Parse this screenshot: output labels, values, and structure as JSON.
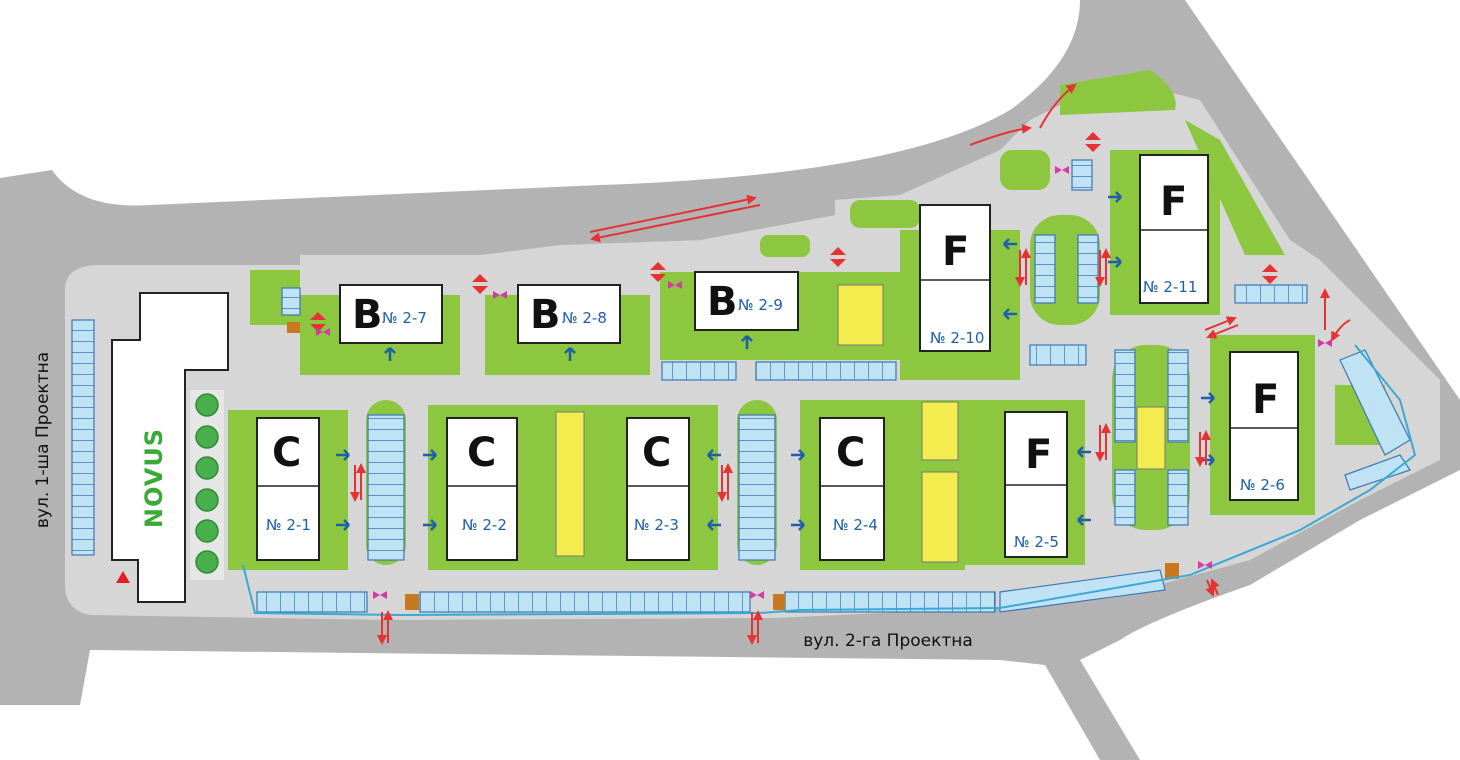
{
  "colors": {
    "road": "#b3b3b3",
    "road_edge": "#9a9a9a",
    "courtyard": "#d6d6d6",
    "grass": "#8dc63f",
    "grass_dark": "#4caf3a",
    "building": "#ffffff",
    "parking": "#bfe3f5",
    "parking_edge": "#3a78b5",
    "playground": "#f2ec4f",
    "tree": "#47b04b",
    "route_arrow": "#e53333",
    "entry_arrow": "#1f5fa8",
    "gate": "#d63aa8",
    "path_line": "#39a9d6",
    "kiosk": "#c8781e"
  },
  "store": {
    "name": "NOVUS",
    "entrance_icon": "triangle-up-icon"
  },
  "streets": {
    "left": "вул. 1-ша Проектна",
    "bottom": "вул. 2-га Проектна"
  },
  "buildings": [
    {
      "id": "b27",
      "type": "B",
      "number": "№ 2-7"
    },
    {
      "id": "b28",
      "type": "B",
      "number": "№ 2-8"
    },
    {
      "id": "b29",
      "type": "B",
      "number": "№ 2-9"
    },
    {
      "id": "c21",
      "type": "C",
      "number": "№ 2-1"
    },
    {
      "id": "c22",
      "type": "C",
      "number": "№ 2-2"
    },
    {
      "id": "c23",
      "type": "C",
      "number": "№ 2-3"
    },
    {
      "id": "c24",
      "type": "C",
      "number": "№ 2-4"
    },
    {
      "id": "f210",
      "type": "F",
      "number": "№ 2-10"
    },
    {
      "id": "f211",
      "type": "F",
      "number": "№ 2-11"
    },
    {
      "id": "f25",
      "type": "F",
      "number": "№ 2-5"
    },
    {
      "id": "f26",
      "type": "F",
      "number": "№ 2-6"
    }
  ]
}
